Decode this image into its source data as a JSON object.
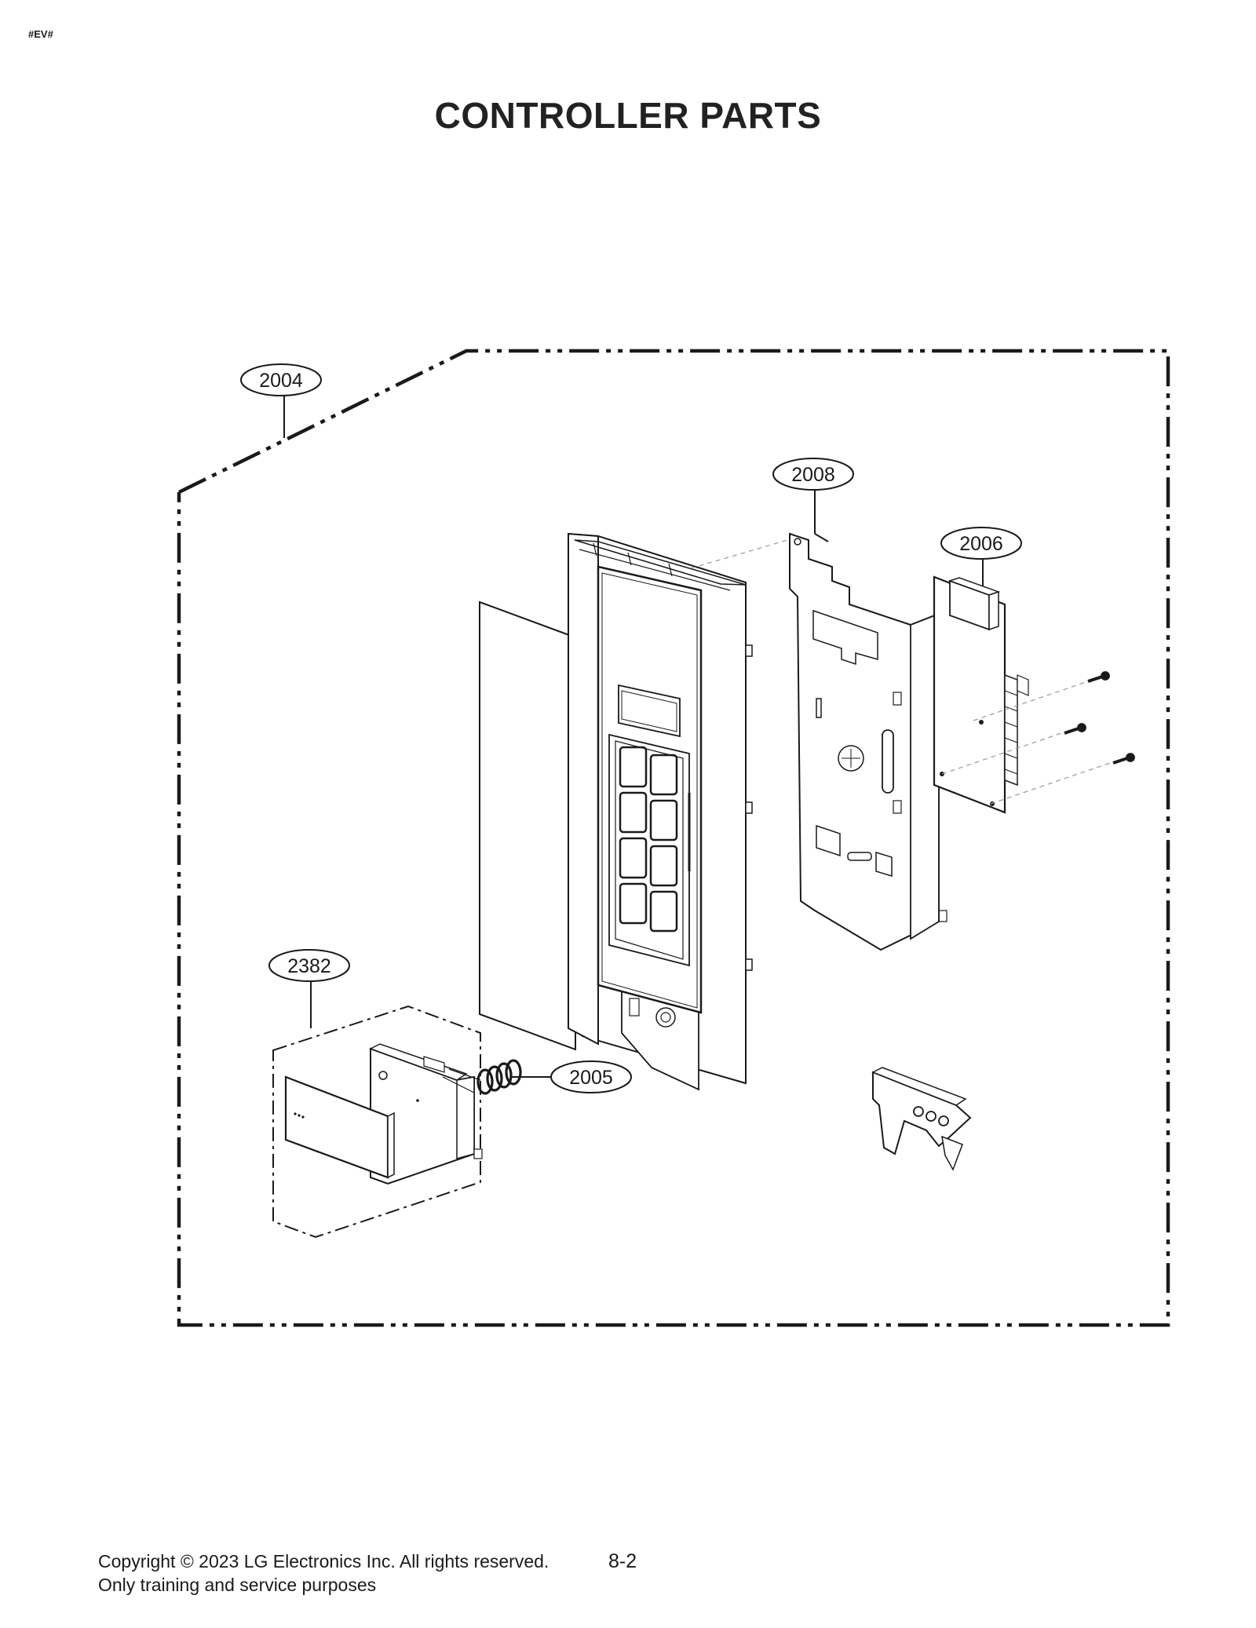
{
  "header": {
    "tag": "#EV#",
    "title": "CONTROLLER PARTS"
  },
  "callouts": {
    "c2004": "2004",
    "c2008": "2008",
    "c2006": "2006",
    "c2382": "2382",
    "c2005": "2005"
  },
  "footer": {
    "copyright": "Copyright © 2023 LG Electronics Inc. All rights reserved.",
    "usage": "Only training and service purposes",
    "page_number": "8-2"
  }
}
